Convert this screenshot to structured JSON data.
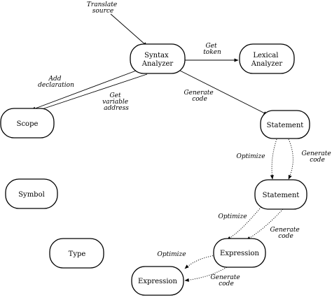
{
  "nodes": {
    "syntax_analyzer": {
      "lines": [
        "Syntax",
        "Analyzer"
      ]
    },
    "lexical_analyzer": {
      "lines": [
        "Lexical",
        "Analyzer"
      ]
    },
    "scope": {
      "lines": [
        "Scope"
      ]
    },
    "statement_top": {
      "lines": [
        "Statement"
      ]
    },
    "symbol": {
      "lines": [
        "Symbol"
      ]
    },
    "statement_bottom": {
      "lines": [
        "Statement"
      ]
    },
    "type": {
      "lines": [
        "Type"
      ]
    },
    "expression_right": {
      "lines": [
        "Expression"
      ]
    },
    "expression_left": {
      "lines": [
        "Expression"
      ]
    }
  },
  "edges": {
    "translate_source": {
      "lines": [
        "Translate",
        "source"
      ]
    },
    "get_token": {
      "lines": [
        "Get",
        "token"
      ]
    },
    "add_declaration": {
      "lines": [
        "Add",
        "declaration"
      ]
    },
    "get_variable_address": {
      "lines": [
        "Get",
        "variable",
        "address"
      ]
    },
    "generate_code_1": {
      "lines": [
        "Generate",
        "code"
      ]
    },
    "optimize_1": {
      "lines": [
        "Optimize"
      ]
    },
    "generate_code_2": {
      "lines": [
        "Generate",
        "code"
      ]
    },
    "optimize_2": {
      "lines": [
        "Optimize"
      ]
    },
    "generate_code_3": {
      "lines": [
        "Generate",
        "code"
      ]
    },
    "optimize_3": {
      "lines": [
        "Optimize"
      ]
    },
    "generate_code_4": {
      "lines": [
        "Generate",
        "code"
      ]
    }
  }
}
